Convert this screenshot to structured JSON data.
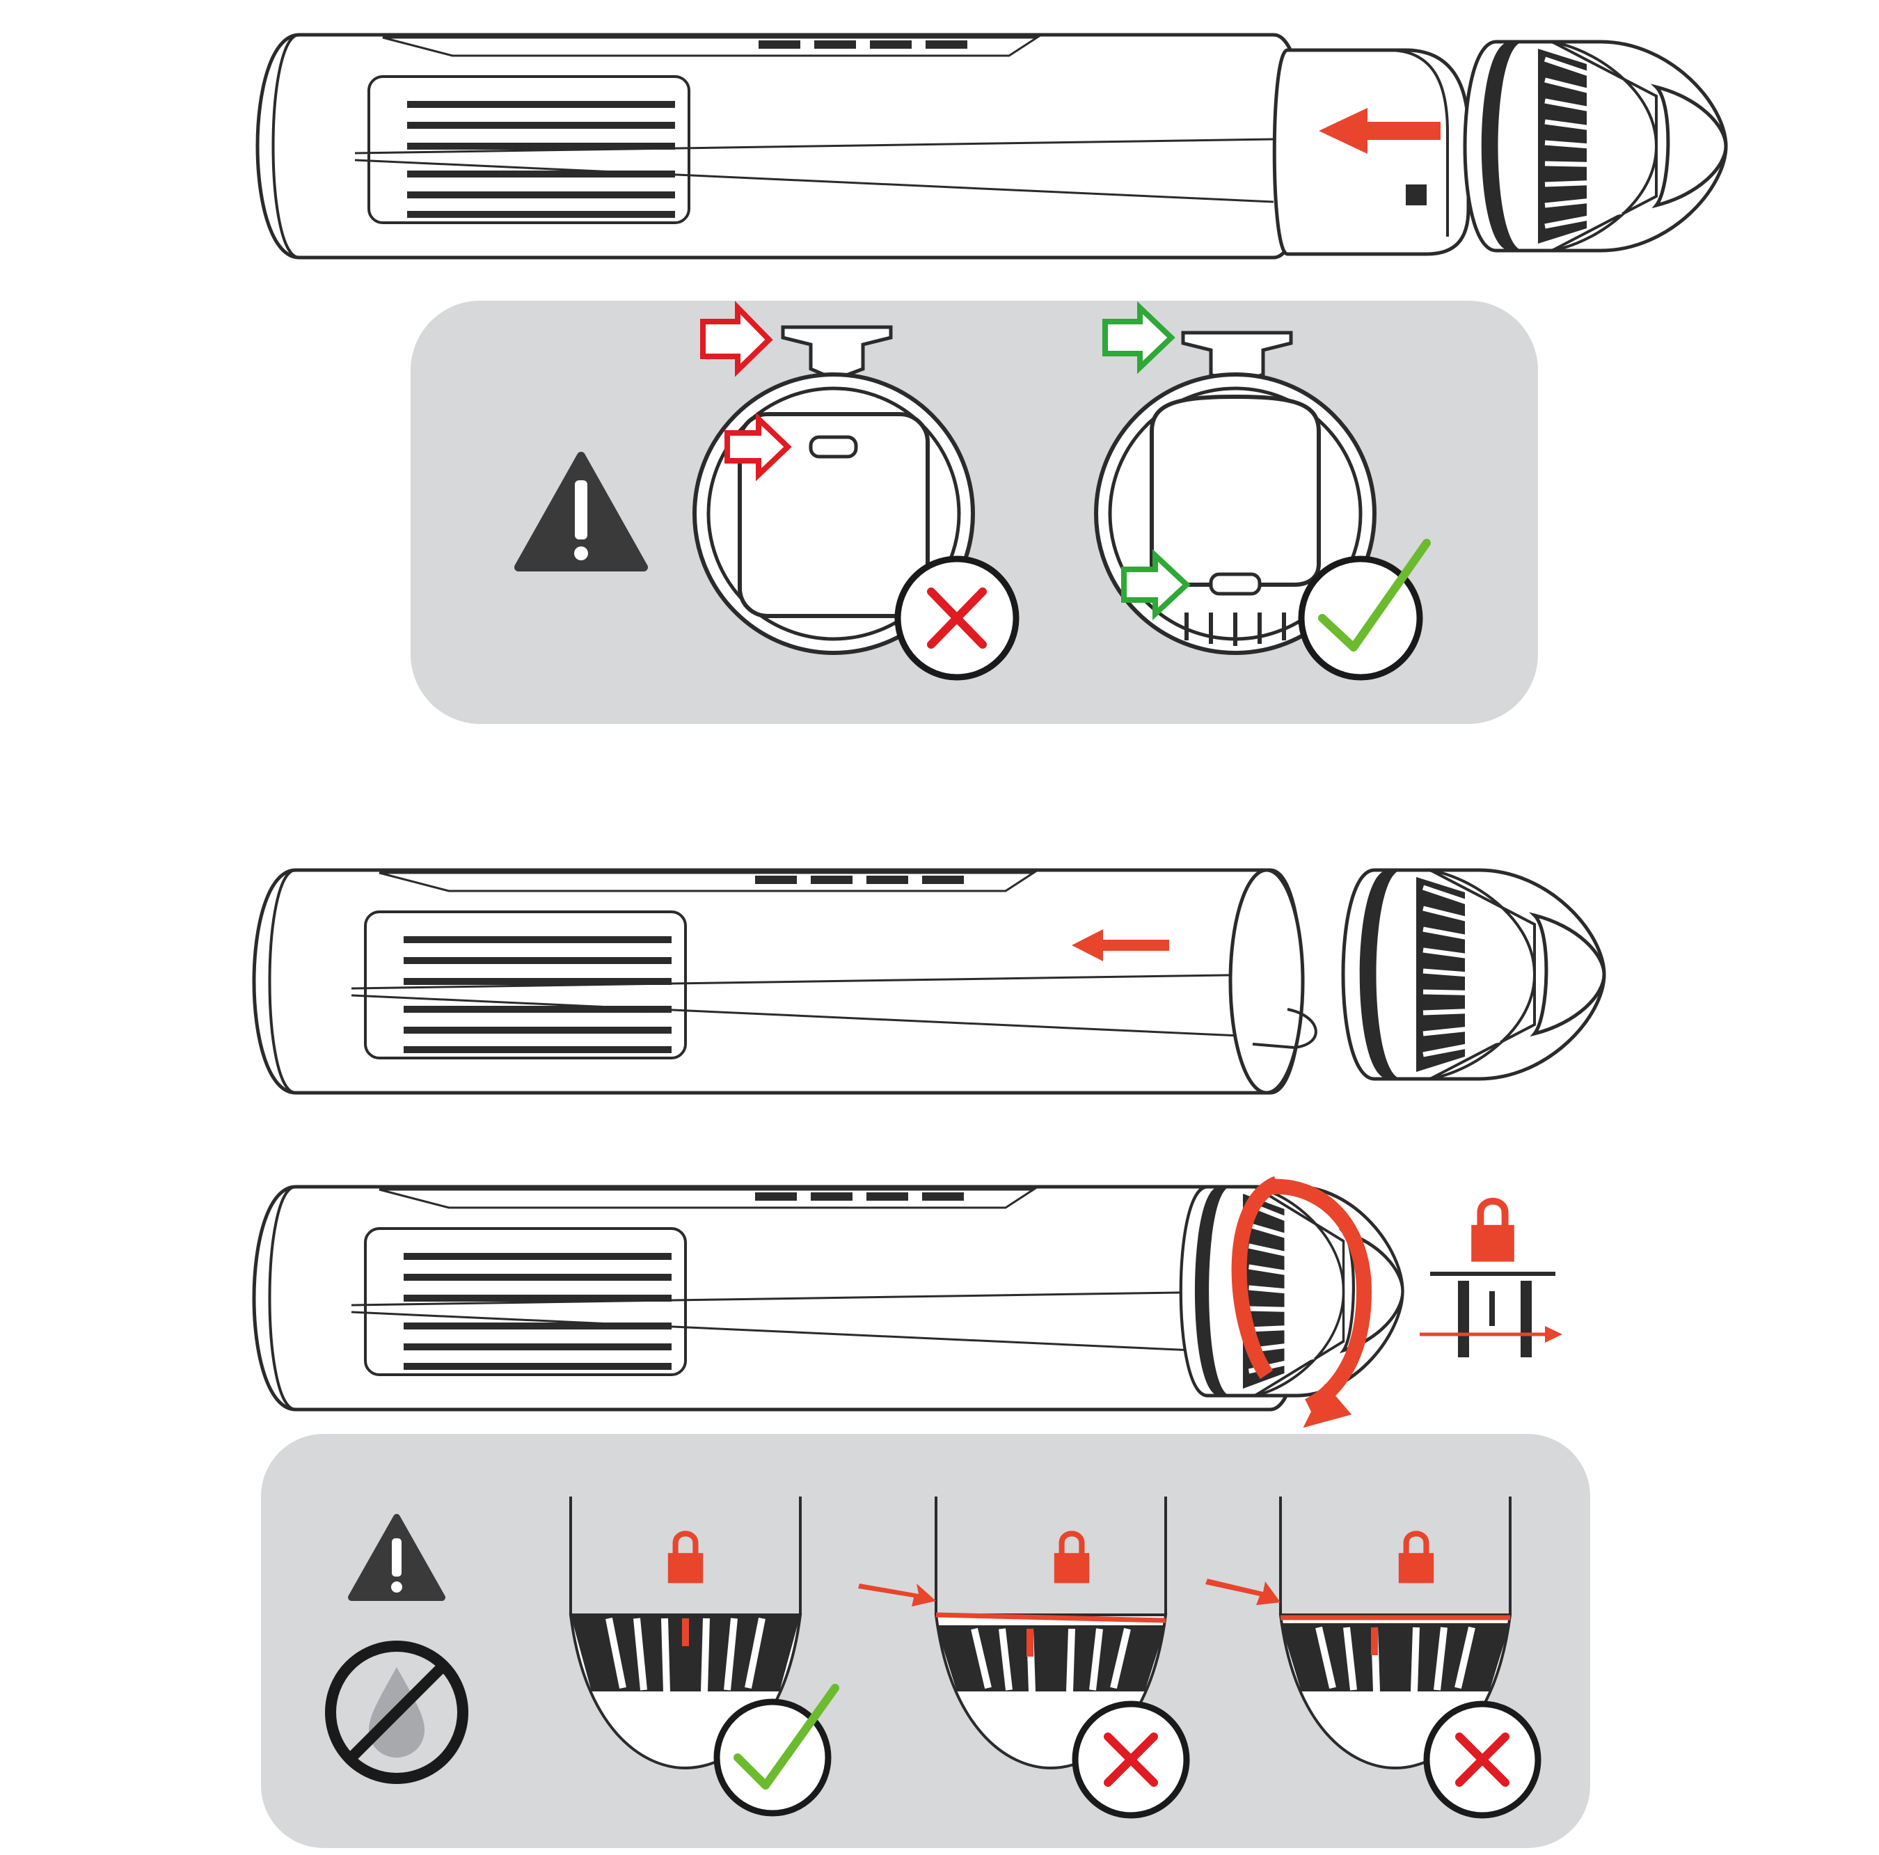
{
  "colors": {
    "background": "#ffffff",
    "panel": "#d7d8da",
    "outline": "#2b2b2b",
    "accent_red": "#e8452c",
    "wrong_red": "#e11b22",
    "ok_green": "#6cbb2e",
    "arrow_green": "#2ea836",
    "warning_dark": "#3a3a3a",
    "drop_gray": "#a7a9ac"
  },
  "icons": {
    "warning": "warning-triangle-icon",
    "lock": "padlock-icon",
    "no_water": "no-water-icon",
    "correct": "check-mark-icon",
    "incorrect": "cross-mark-icon",
    "direction": "arrow-icon",
    "rotate": "rotate-arrow-icon"
  },
  "steps": [
    {
      "id": "slide-sleeve",
      "instruction": ""
    },
    {
      "id": "sleeve-orientation-check",
      "instruction": ""
    },
    {
      "id": "insert-sleeve",
      "instruction": ""
    },
    {
      "id": "screw-cap-to-lock",
      "instruction": ""
    },
    {
      "id": "lock-alignment-check",
      "instruction": ""
    }
  ],
  "orientation_check": [
    {
      "name": "connector-top",
      "result": "incorrect"
    },
    {
      "name": "connector-bottom",
      "result": "correct"
    }
  ],
  "lock_check": [
    {
      "name": "lock-fully-closed",
      "result": "correct"
    },
    {
      "name": "lock-gap-visible",
      "result": "incorrect"
    },
    {
      "name": "lock-seal-visible",
      "result": "incorrect"
    }
  ]
}
